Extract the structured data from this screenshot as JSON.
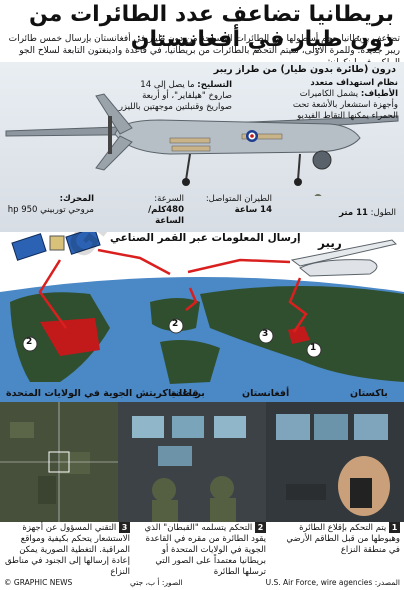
{
  "title": "بريطانيا تضاعف عدد الطائرات من دون طيار في أفغانستان",
  "intro": "تضاعف بريطانيا حجم أسطولها من الطائرات المسلحة من دون طيار في أفغانستان بإرسال خمس طائرات ريبر جديدة. وللمرة الأولى، سيتم التحكم بالطائرات من بريطانيا، في قاعدة وادينغتون التابعة لسلاح الجو الملكي في لينكولنشير",
  "drone_panel": {
    "heading": "درون (طائرة بدون طيار) من طراز ريبر",
    "targeting_title": "نظام استهداف متعدد الأطياف:",
    "targeting_text": "يشمل الكاميرات وأجهزة استشعار بالأشعة تحت الحمراء يمكنها التقاط الفيديو",
    "armament_title": "التسليح:",
    "armament_text": "ما يصل إلى 14 صاروخ \"هيلفاير\"، أو أربعة صواريخ وقنبلتين موجهتين بالليزر",
    "engine_title": "المحرك:",
    "engine_text": "مروحي توربيني 950 hp",
    "speed_label": "السرعة:",
    "speed_value": "480كلم/الساعة",
    "endurance_label": "الطيران المتواصل:",
    "endurance_value": "14 ساعة",
    "length_label": "الطول:",
    "length_value": "11 متر"
  },
  "map_panel": {
    "satellite_label": "إرسال المعلومات عبر القمر الصناعي",
    "reaper_label": "ريبر",
    "usa_label": "قاعدة كريتش الجوية في الولايات المتحدة",
    "uk_label": "بريطانيا",
    "afghanistan_label": "أفغانستان",
    "pakistan_label": "باكستان",
    "marker_1": "1",
    "marker_2": "2",
    "marker_3": "3",
    "marker_2b": "2"
  },
  "captions": [
    {
      "num": "1",
      "text": "يتم التحكم بإقلاع الطائرة وهبوطها من قبل الطاقم الأرضي في منطقة النزاع"
    },
    {
      "num": "2",
      "text": "التحكم يتسلمه \"القبطان\" الذي يقود الطائرة من مقره في القاعدة الجوية في الولايات المتحدة أو بريطانيا معتمداً على الصور التي ترسلها الطائرة"
    },
    {
      "num": "3",
      "text": "التقني المسؤول عن أجهزة الاستشعار يتحكم بكيفية ومواقع المراقبة. التغطية الصورية يمكن إعادة إرسالها إلى الجنود في مناطق النزاع"
    }
  ],
  "photo_credit": "الصور: أ ب، جتي",
  "source": "المصدر: U.S. Air Force, wire agencies",
  "copyright": "© GRAPHIC NEWS",
  "watermark": "GRAPHIC NEWS",
  "colors": {
    "arrow": "#d9201f",
    "ocean": "#4a88c6",
    "land": "#2f4f2f",
    "usa": "#c21a1a"
  }
}
